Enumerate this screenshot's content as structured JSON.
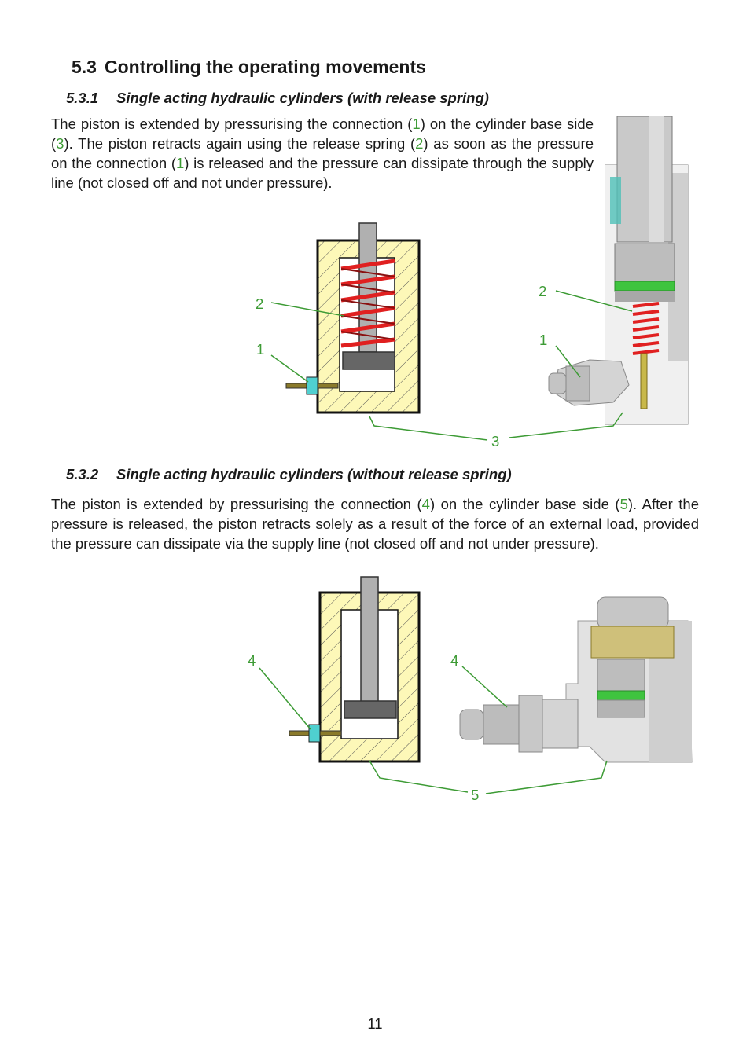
{
  "section": {
    "number": "5.3",
    "title": "Controlling the operating movements"
  },
  "sub1": {
    "number": "5.3.1",
    "title": "Single acting hydraulic cylinders (with release spring)",
    "para": [
      "The piston is extended by pressurising the connection (",
      "1",
      ") on the cylinder base side (",
      "3",
      "). The piston retracts again using the release spring (",
      "2",
      ") as soon as the pressure on the connection (",
      "1",
      ") is released and the pressure can dissipate through the supply line (not closed off and not under pressure)."
    ],
    "labels": {
      "spring_left": "2",
      "connection_left": "1",
      "spring_right": "2",
      "connection_right": "1",
      "base": "3"
    }
  },
  "sub2": {
    "number": "5.3.2",
    "title": "Single acting hydraulic cylinders (without release spring)",
    "para": [
      "The piston is extended by pressurising the connection (",
      "4",
      ") on the cylinder base side (",
      "5",
      "). After the pressure is released, the piston retracts solely as a result of the force of an external load, provided the pressure can dissipate via the supply line (not closed off and not under pressure)."
    ],
    "labels": {
      "connection_left": "4",
      "connection_right": "4",
      "base": "5"
    }
  },
  "page_number": "11",
  "colors": {
    "accent_green": "#3d9b35",
    "spring_red": "#e02020",
    "body_yellow": "#fdf8b8"
  }
}
